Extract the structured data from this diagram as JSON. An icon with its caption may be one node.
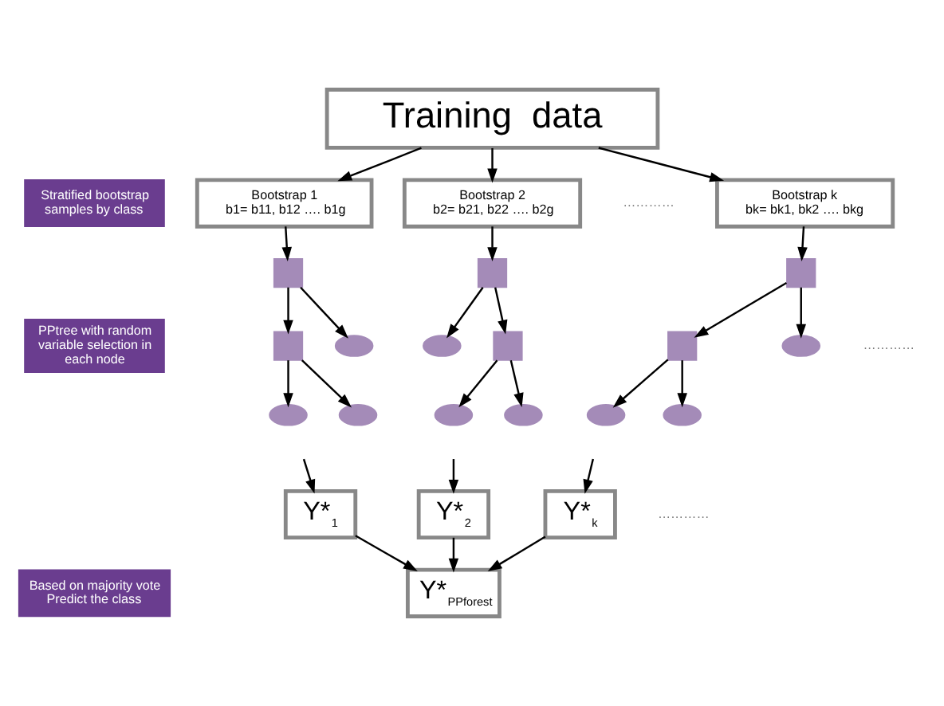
{
  "diagram": {
    "nodes": [
      {
        "text": [
          "Training  data"
        ]
      },
      {
        "text": [
          "Bootstrap 1",
          "b1= b11, b12 …. b1g"
        ]
      },
      {
        "text": [
          "Bootstrap 2",
          "b2= b21, b22 …. b2g"
        ]
      },
      {
        "text": [
          "Bootstrap k",
          "bk= bk1, bk2 …. bkg"
        ]
      },
      {
        "text": [],
        "shape": "box"
      },
      {
        "text": [],
        "shape": "ellipse"
      },
      {
        "text": [],
        "shape": "box"
      },
      {
        "text": [],
        "shape": "ellipse"
      },
      {
        "text": [],
        "shape": "ellipse"
      },
      {
        "text": [],
        "shape": "box"
      },
      {
        "text": [],
        "shape": "box"
      },
      {
        "text": [],
        "shape": "ellipse"
      },
      {
        "text": [],
        "shape": "ellipse"
      },
      {
        "text": [],
        "shape": "ellipse"
      },
      {
        "text": [],
        "shape": "box"
      },
      {
        "text": [],
        "shape": "ellipse"
      },
      {
        "text": [],
        "shape": "box"
      },
      {
        "text": [],
        "shape": "ellipse"
      },
      {
        "text": [],
        "shape": "ellipse"
      },
      {
        "text": [
          "Y*$_{1}$"
        ]
      },
      {
        "text": [
          "Y*$_{2}$"
        ]
      },
      {
        "text": [
          "Y*$_{k}$"
        ]
      },
      {
        "text": [
          "Y*$_{PPforest}$"
        ]
      },
      {
        "text": [
          "Stratified bootstrap samples by class"
        ]
      },
      {
        "text": [
          "PPtree with random variable selection in each node"
        ]
      },
      {
        "text": [
          "Based on majority vote Predict the class"
        ]
      }
    ],
    "edges": [
      {
        "from": 0,
        "to": 1,
        "arrow": "to"
      },
      {
        "from": 0,
        "to": 2,
        "arrow": "to"
      },
      {
        "from": 0,
        "to": 3,
        "arrow": "to"
      },
      {
        "from": 1,
        "to": 4,
        "arrow": "to"
      },
      {
        "from": 2,
        "to": 9,
        "arrow": "to"
      },
      {
        "from": 3,
        "to": 14,
        "arrow": "to"
      },
      {
        "from": 4,
        "to": 5,
        "arrow": "to"
      },
      {
        "from": 4,
        "to": 6,
        "arrow": "to"
      },
      {
        "from": 6,
        "to": 7,
        "arrow": "to"
      },
      {
        "from": 6,
        "to": 8,
        "arrow": "to"
      },
      {
        "from": 9,
        "to": 10,
        "arrow": "to"
      },
      {
        "from": 9,
        "to": 11,
        "arrow": "to"
      },
      {
        "from": 10,
        "to": 12,
        "arrow": "to"
      },
      {
        "from": 10,
        "to": 13,
        "arrow": "to"
      },
      {
        "from": 14,
        "to": 15,
        "arrow": "to"
      },
      {
        "from": 14,
        "to": 16,
        "arrow": "to"
      },
      {
        "from": 16,
        "to": 17,
        "arrow": "to"
      },
      {
        "from": 16,
        "to": 18,
        "arrow": "to"
      },
      {
        "from": null,
        "to": 19,
        "arrow": "to"
      },
      {
        "from": null,
        "to": 20,
        "arrow": "to"
      },
      {
        "from": null,
        "to": 21,
        "arrow": "to"
      },
      {
        "from": 19,
        "to": 22,
        "arrow": "to"
      },
      {
        "from": 20,
        "to": 22,
        "arrow": "to"
      },
      {
        "from": 21,
        "to": 22,
        "arrow": "to"
      }
    ],
    "labels": [
      "…………",
      "…………",
      "…………"
    ]
  }
}
